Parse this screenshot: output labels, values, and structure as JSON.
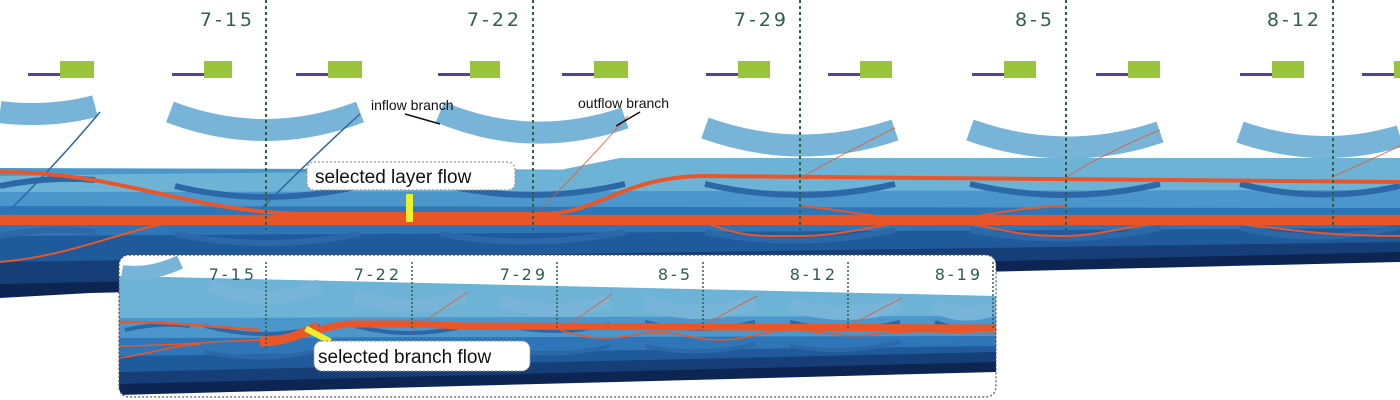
{
  "main": {
    "dates": [
      "7-15",
      "7-22",
      "7-29",
      "8-5",
      "8-12"
    ],
    "annotations": {
      "inflow": "inflow branch",
      "outflow": "outflow branch",
      "selected_layer": "selected layer flow"
    }
  },
  "inset": {
    "dates": [
      "7-15",
      "7-22",
      "7-29",
      "8-5",
      "8-12",
      "8-19"
    ],
    "annotations": {
      "selected_branch": "selected branch flow"
    }
  },
  "colors": {
    "layer_1": "#6db3d6",
    "layer_2": "#4b97cc",
    "layer_3": "#2f76b8",
    "layer_4": "#1f5a9a",
    "layer_5": "#163f78",
    "layer_6": "#0d2553",
    "branch": "#78b4d8",
    "branch_dark": "#2c68a8",
    "highlight": "#e8562a",
    "marker": "#eaf02b",
    "glyph_bar": "#99c43c",
    "glyph_line": "#5a3f9a",
    "date_text": "#2f5f4d"
  },
  "icons": [
    "glyph-bar-icon",
    "selection-marker-icon"
  ]
}
